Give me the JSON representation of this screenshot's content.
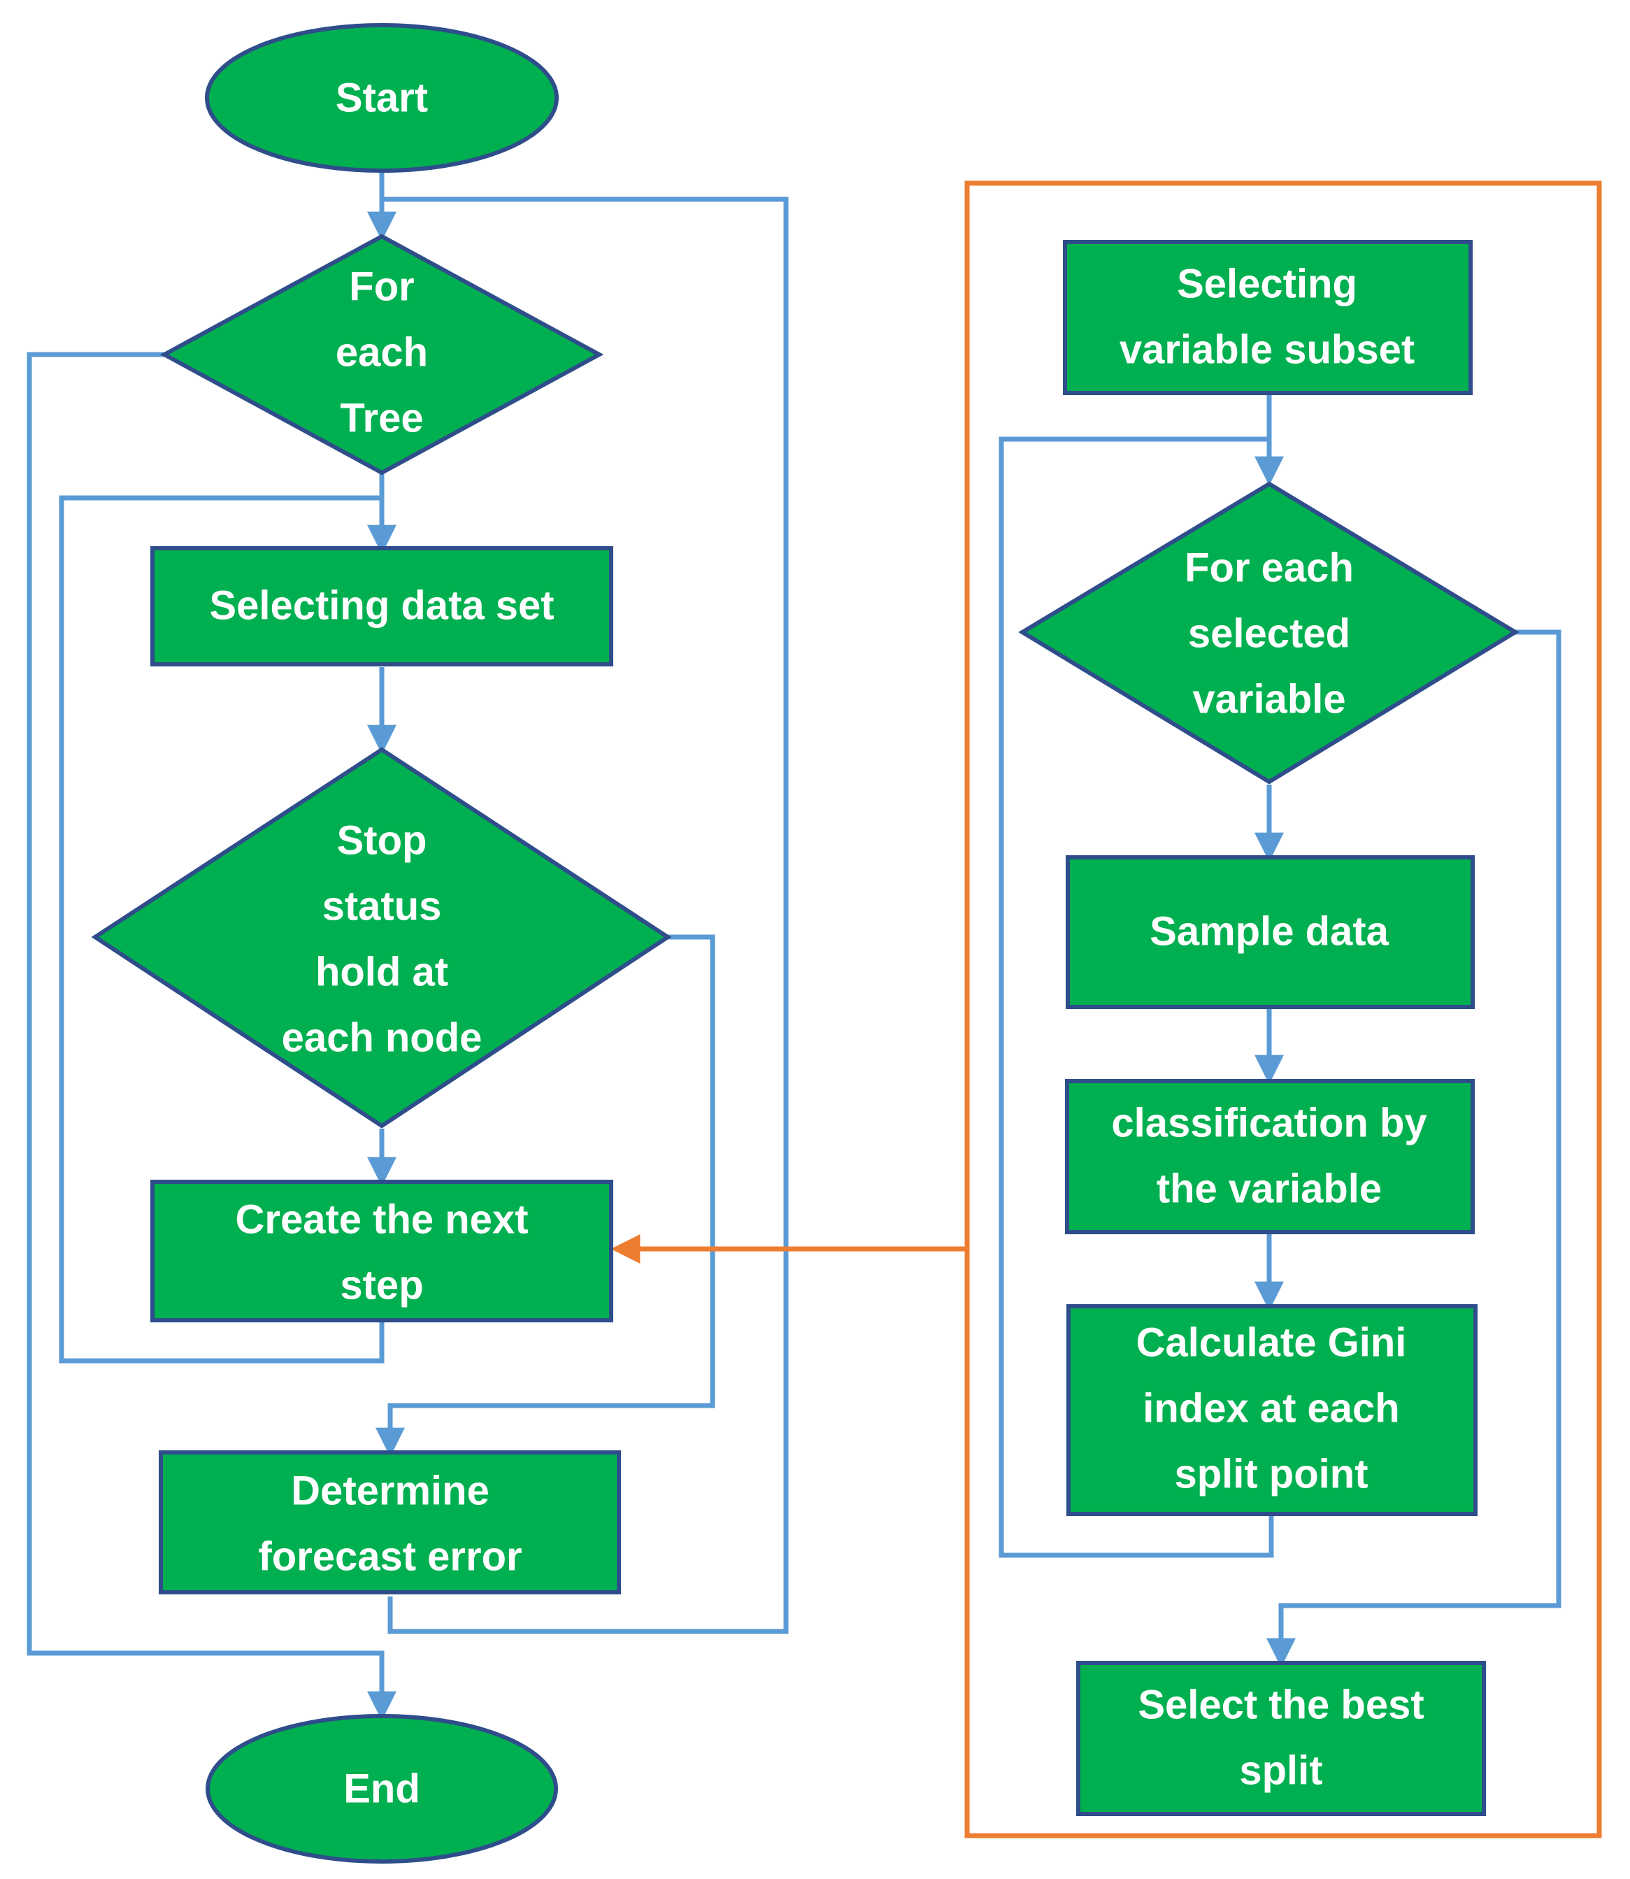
{
  "colors": {
    "node_fill": "#00b050",
    "node_border": "#2e4d8a",
    "flow_line": "#5b9bd5",
    "subprocess_frame": "#ed7d31",
    "text": "#ffffff"
  },
  "main_flow": {
    "start": {
      "shape": "ellipse",
      "lines": [
        "Start"
      ]
    },
    "for_each_tree": {
      "shape": "diamond",
      "lines": [
        "For",
        "each",
        "Tree"
      ]
    },
    "selecting_data_set": {
      "shape": "rectangle",
      "lines": [
        "Selecting data set"
      ]
    },
    "stop_status": {
      "shape": "diamond",
      "lines": [
        "Stop",
        "status",
        "hold at",
        "each node"
      ]
    },
    "create_next_step": {
      "shape": "rectangle",
      "lines": [
        "Create the next",
        "step"
      ]
    },
    "determine_forecast_error": {
      "shape": "rectangle",
      "lines": [
        "Determine",
        "forecast error"
      ]
    },
    "end": {
      "shape": "ellipse",
      "lines": [
        "End"
      ]
    }
  },
  "split_subprocess": {
    "selecting_variable_subset": {
      "shape": "rectangle",
      "lines": [
        "Selecting",
        "variable subset"
      ]
    },
    "for_each_selected_variable": {
      "shape": "diamond",
      "lines": [
        "For each",
        "selected",
        "variable"
      ]
    },
    "sample_data": {
      "shape": "rectangle",
      "lines": [
        "Sample data"
      ]
    },
    "classification_by_variable": {
      "shape": "rectangle",
      "lines": [
        "classification by",
        "the variable"
      ]
    },
    "calculate_gini": {
      "shape": "rectangle",
      "lines": [
        "Calculate Gini",
        "index at each",
        "split point"
      ]
    },
    "select_best_split": {
      "shape": "rectangle",
      "lines": [
        "Select the best",
        "split"
      ]
    }
  },
  "edges": [
    {
      "from": "start",
      "to": "for_each_tree",
      "style": "blue"
    },
    {
      "from": "for_each_tree",
      "to": "selecting_data_set",
      "style": "blue"
    },
    {
      "from": "selecting_data_set",
      "to": "stop_status",
      "style": "blue"
    },
    {
      "from": "stop_status",
      "to": "create_next_step",
      "style": "blue"
    },
    {
      "from": "create_next_step",
      "to": "selecting_data_set",
      "style": "blue",
      "kind": "loop"
    },
    {
      "from": "stop_status",
      "to": "determine_forecast_error",
      "style": "blue"
    },
    {
      "from": "determine_forecast_error",
      "to": "for_each_tree",
      "style": "blue",
      "kind": "loop"
    },
    {
      "from": "for_each_tree",
      "to": "end",
      "style": "blue"
    },
    {
      "from": "selecting_variable_subset",
      "to": "for_each_selected_variable",
      "style": "blue"
    },
    {
      "from": "for_each_selected_variable",
      "to": "sample_data",
      "style": "blue"
    },
    {
      "from": "sample_data",
      "to": "classification_by_variable",
      "style": "blue"
    },
    {
      "from": "classification_by_variable",
      "to": "calculate_gini",
      "style": "blue"
    },
    {
      "from": "calculate_gini",
      "to": "for_each_selected_variable",
      "style": "blue",
      "kind": "loop"
    },
    {
      "from": "for_each_selected_variable",
      "to": "select_best_split",
      "style": "blue"
    },
    {
      "from": "split_subprocess",
      "to": "create_next_step",
      "style": "orange"
    }
  ]
}
